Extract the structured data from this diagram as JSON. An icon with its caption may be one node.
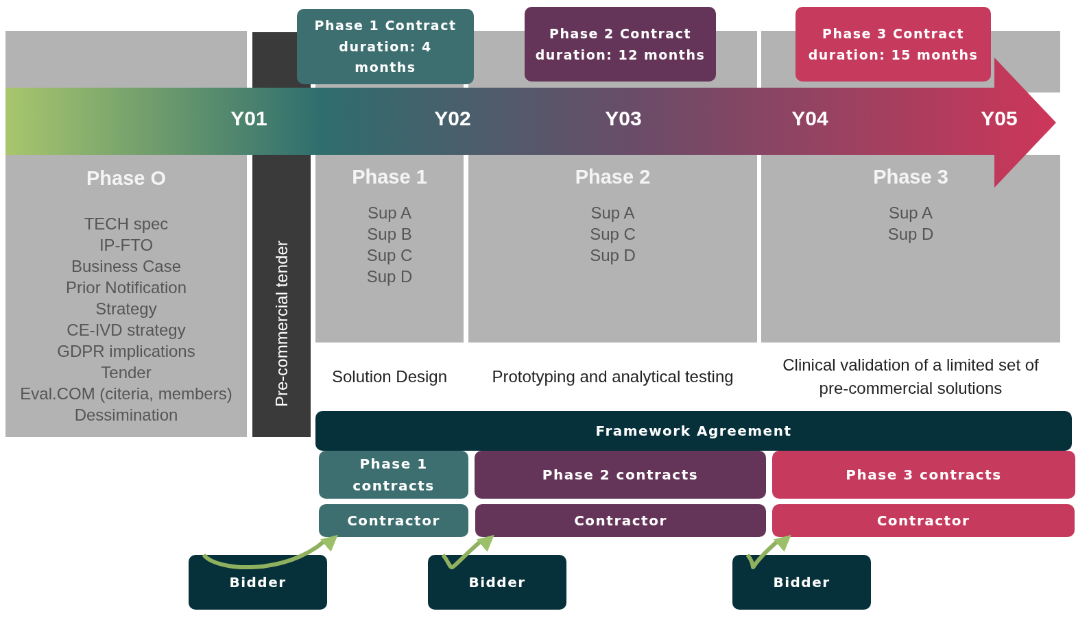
{
  "diagram": {
    "nodes": [
      {
        "text": [
          "Phase  1 Contract duration: 4 months"
        ]
      },
      {
        "text": [
          "Phase  2 Contract duration: 12 months"
        ]
      },
      {
        "text": [
          "Phase  3 Contract duration: 15 months"
        ]
      },
      {
        "text": [
          "Y01",
          "Y02",
          "Y03",
          "Y04",
          "Y05"
        ]
      },
      {
        "text": [
          "Phase O",
          "TECH spec",
          "IP-FTO",
          "Business Case",
          "Prior Notification",
          "Strategy",
          "CE-IVD strategy",
          "GDPR implications",
          "Tender",
          "Eval.COM (citeria, members)",
          "Dessimination"
        ]
      },
      {
        "text": [
          "Pre-commercial tender"
        ]
      },
      {
        "text": [
          "Phase 1",
          "Sup A",
          "Sup B",
          "Sup C",
          "Sup D",
          "Solution Design"
        ]
      },
      {
        "text": [
          "Phase 2",
          "Sup A",
          "Sup C",
          "Sup D",
          "Prototyping and analytical testing"
        ]
      },
      {
        "text": [
          "Phase 3",
          "Sup A",
          "Sup D",
          "Clinical validation of a limited set of pre-commercial solutions"
        ]
      },
      {
        "text": [
          "Framework Agreement"
        ]
      },
      {
        "text": [
          "Phase  1 contracts"
        ]
      },
      {
        "text": [
          "Phase  2 contracts"
        ]
      },
      {
        "text": [
          "Phase  3 contracts"
        ]
      },
      {
        "text": [
          "Contractor"
        ]
      },
      {
        "text": [
          "Contractor"
        ]
      },
      {
        "text": [
          "Contractor"
        ]
      },
      {
        "text": [
          "Bidder"
        ]
      },
      {
        "text": [
          "Bidder"
        ]
      },
      {
        "text": [
          "Bidder"
        ]
      }
    ],
    "edges": [
      {
        "from": 16,
        "to": 13,
        "arrow": "to"
      },
      {
        "from": 17,
        "to": 14,
        "arrow": "to"
      },
      {
        "from": 18,
        "to": 15,
        "arrow": "to"
      }
    ]
  }
}
